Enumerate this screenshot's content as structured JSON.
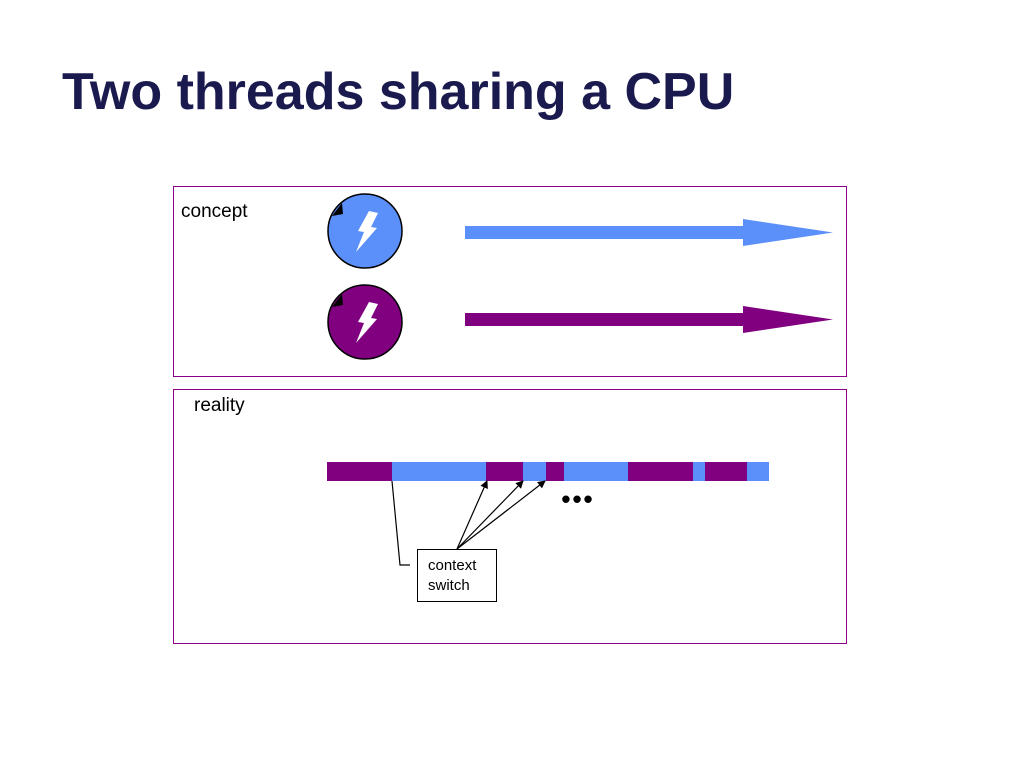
{
  "slide": {
    "title": "Two threads sharing a CPU"
  },
  "concept": {
    "label": "concept",
    "threads": [
      {
        "icon": "lightning-icon",
        "color": "#5b8ff9"
      },
      {
        "icon": "lightning-icon",
        "color": "#800080"
      }
    ]
  },
  "reality": {
    "label": "reality",
    "ellipsis": "•••",
    "callout": {
      "line1": "context",
      "line2": "switch"
    }
  },
  "colors": {
    "thread_a": "#5b8ff9",
    "thread_b": "#800080",
    "title": "#1a1a4e",
    "frame": "#8b008b"
  }
}
